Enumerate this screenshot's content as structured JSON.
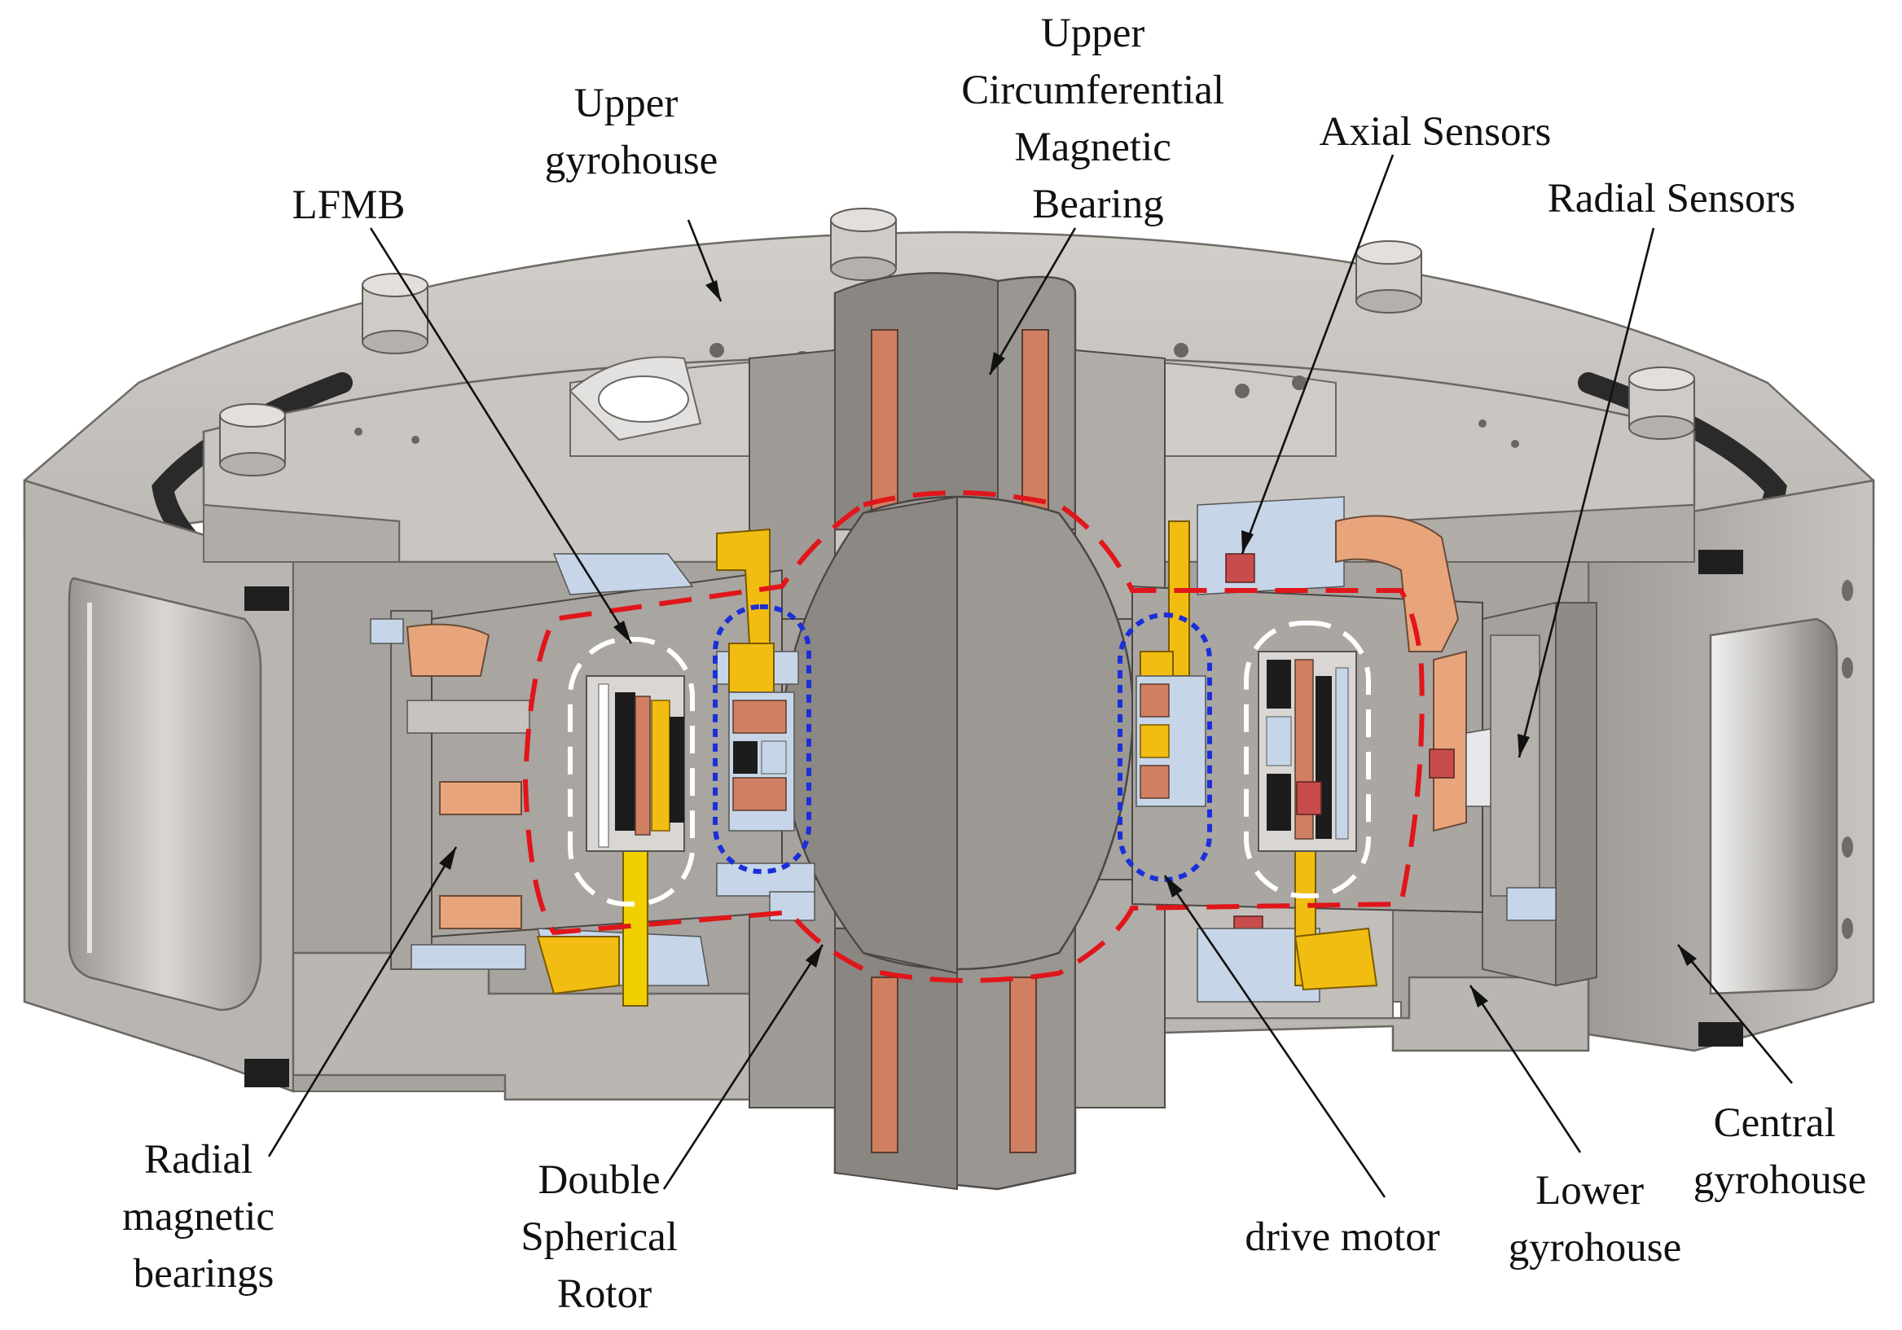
{
  "labels": {
    "upper_gyrohouse": [
      "Upper",
      "gyrohouse"
    ],
    "upper_circumferential": [
      "Upper",
      "Circumferential",
      "Magnetic",
      "Bearing"
    ],
    "axial_sensors": "Axial Sensors",
    "radial_sensors": "Radial Sensors",
    "lfmb": "LFMB",
    "radial_magnetic_bearings": [
      "Radial",
      "magnetic",
      "bearings"
    ],
    "double_spherical_rotor": [
      "Double",
      "Spherical",
      "Rotor"
    ],
    "drive_motor": "drive motor",
    "lower_gyrohouse": [
      "Lower",
      "gyrohouse"
    ],
    "central_gyrohouse": [
      "Central",
      "gyrohouse"
    ]
  },
  "colors": {
    "housing": "#c4c0bb",
    "housing_dark": "#8f8b87",
    "shaft": "#8e8a86",
    "copper": "#d08060",
    "coil": "#e5a47a",
    "yellow": "#f2bd12",
    "light_blue": "#c6d6e8",
    "black": "#1c1c1c",
    "red_dash": "#e0161b",
    "blue_dot": "#1a2fd9",
    "white_dash": "#ffffff"
  }
}
